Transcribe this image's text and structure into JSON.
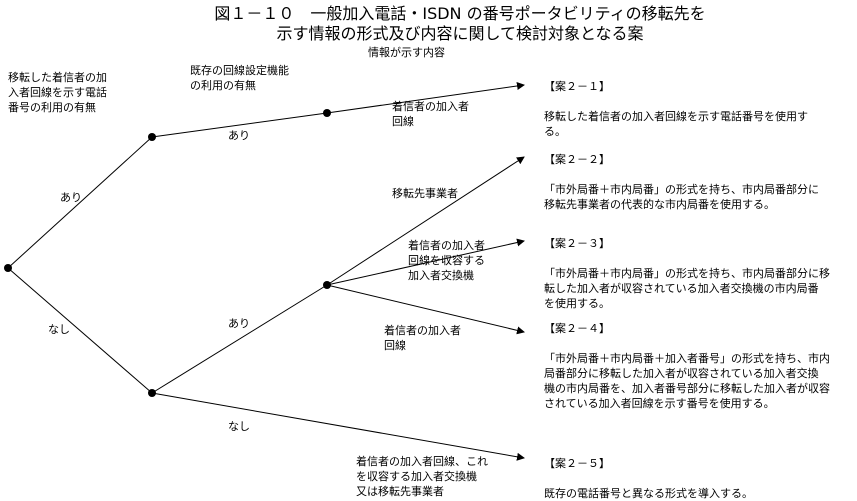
{
  "title": {
    "line1": "図１－１０　一般加入電話・ISDN の番号ポータビリティの移転先を",
    "line2": "示す情報の形式及び内容に関して検討対象となる案"
  },
  "columns": {
    "col1": "移転した着信者の加\n入者回線を示す電話\n番号の利用の有無",
    "col2": "既存の回線設定機能\nの利用の有無",
    "col3": "情報が示す内容"
  },
  "branches": {
    "root_upper": "あり",
    "root_lower": "なし",
    "upper_mid": "あり",
    "lower_upper": "あり",
    "lower_lower": "なし"
  },
  "leaves": {
    "leaf1": "着信者の加入者\n回線",
    "leaf2": "移転先事業者",
    "leaf3": "着信者の加入者\n回線を収容する\n加入者交換機",
    "leaf4": "着信者の加入者\n回線",
    "leaf5": "着信者の加入者回線、これ\nを収容する加入者交換機\n又は移転先事業者"
  },
  "cases": [
    {
      "head": "【案２－１】",
      "body": "移転した着信者の加入者回線を示す電話番号を使用す\nる。"
    },
    {
      "head": "【案２－２】",
      "body": "「市外局番＋市内局番」の形式を持ち、市内局番部分に\n移転先事業者の代表的な市内局番を使用する。"
    },
    {
      "head": "【案２－３】",
      "body": "「市外局番＋市内局番」の形式を持ち、市内局番部分に移\n転した加入者が収容されている加入者交換機の市内局番\nを使用する。"
    },
    {
      "head": "【案２－４】",
      "body": "「市外局番＋市内局番＋加入者番号」の形式を持ち、市内\n局番部分に移転した加入者が収容されている加入者交換\n機の市内局番を、加入者番号部分に移転した加入者が収容\nされている加入者回線を示す番号を使用する。"
    },
    {
      "head": "【案２－５】",
      "body": "既存の電話番号と異なる形式を導入する。"
    }
  ]
}
